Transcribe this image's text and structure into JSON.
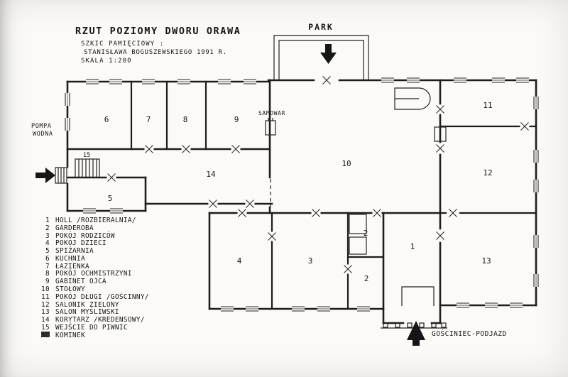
{
  "title_block": {
    "title": "RZUT POZIOMY DWORU ORAWA",
    "subtitle1": "SZKIC PAMIĘCIOWY :",
    "subtitle2": "STANISŁAWA BOGUSZEWSKIEGO 1991 R.",
    "scale": "SKALA 1:200"
  },
  "annotations": {
    "park": "PARK",
    "samowar": "SAMOWAR",
    "pompa_line1": "POMPA",
    "pompa_line2": "WODNA",
    "gosciniec_podjazd": "GOŚCINIEC-PODJAZD"
  },
  "room_numbers": {
    "r1": "1",
    "r2_upper": "2",
    "r2_lower": "2",
    "r3": "3",
    "r4": "4",
    "r5": "5",
    "r6": "6",
    "r7": "7",
    "r8": "8",
    "r9": "9",
    "r10": "10",
    "r11": "11",
    "r12": "12",
    "r13": "13",
    "r14": "14",
    "r15": "15"
  },
  "legend": {
    "items": [
      {
        "num": "1",
        "label": "HOLL /ROZBIERALNIA/"
      },
      {
        "num": "2",
        "label": "GARDEROBA"
      },
      {
        "num": "3",
        "label": "POKÓJ RODZICÓW"
      },
      {
        "num": "4",
        "label": "POKÓJ DZIECI"
      },
      {
        "num": "5",
        "label": "SPIŻARNIA"
      },
      {
        "num": "6",
        "label": "KUCHNIA"
      },
      {
        "num": "7",
        "label": "ŁAZIENKA"
      },
      {
        "num": "8",
        "label": "POKÓJ OCHMISTRZYNI"
      },
      {
        "num": "9",
        "label": "GABINET OJCA"
      },
      {
        "num": "10",
        "label": "STOŁOWY"
      },
      {
        "num": "11",
        "label": "POKÓJ DŁUGI /GOŚCINNY/"
      },
      {
        "num": "12",
        "label": "SALONIK ZIELONY"
      },
      {
        "num": "13",
        "label": "SALON MYŚLIWSKI"
      },
      {
        "num": "14",
        "label": "KORYTARZ /KREDENSOWY/"
      },
      {
        "num": "15",
        "label": "WEJŚCIE DO PIWNIC"
      }
    ],
    "kominek_label": "KOMINEK"
  },
  "colors": {
    "ink": "#1d1d1d",
    "paper": "#fbfaf6"
  }
}
